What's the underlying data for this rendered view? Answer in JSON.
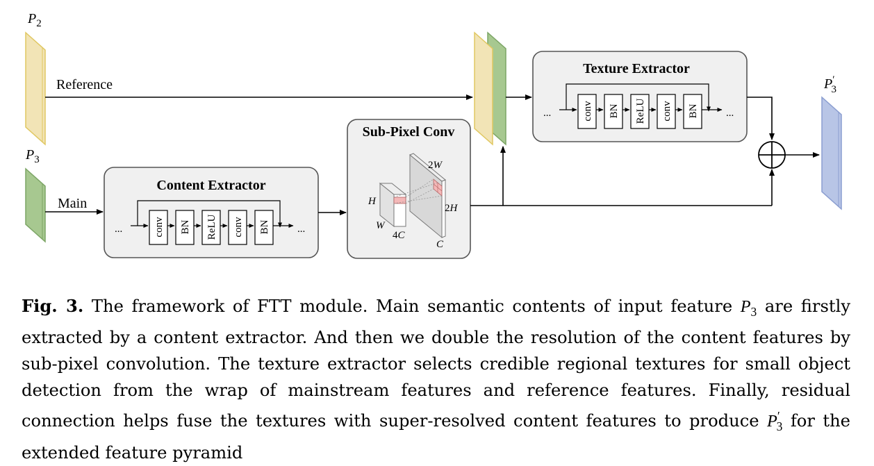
{
  "diagram": {
    "inputs": {
      "p2": {
        "base": "P",
        "sub": "2"
      },
      "p3": {
        "base": "P",
        "sub": "3"
      },
      "p3_prime": {
        "base": "P",
        "sup": "′",
        "sub": "3"
      }
    },
    "arrow_labels": {
      "reference": "Reference",
      "main": "Main"
    },
    "content_extractor": {
      "title": "Content Extractor",
      "layers": [
        "conv",
        "BN",
        "ReLU",
        "conv",
        "BN"
      ],
      "ellipsis": "..."
    },
    "subpixel_conv": {
      "title": "Sub-Pixel Conv",
      "labels": {
        "h": "H",
        "w": "W",
        "c4": "4C",
        "w2": "2W",
        "h2": "2H",
        "c": "C"
      }
    },
    "texture_extractor": {
      "title": "Texture Extractor",
      "layers": [
        "conv",
        "BN",
        "ReLU",
        "conv",
        "BN"
      ],
      "ellipsis": "..."
    },
    "colors": {
      "reference_feature": "#f2e4b6",
      "main_feature": "#a7c890",
      "output_feature": "#b8c5e6",
      "block_fill": "#f0f0f0",
      "highlight": "#f4b8b8"
    }
  },
  "caption": {
    "label": "Fig. 3.",
    "seg1": " The framework of FTT module. Main semantic contents of input feature ",
    "var1_base": "P",
    "var1_sub": "3",
    "seg2": " are firstly extracted by a content extractor. And then we double the resolution of the content features by sub-pixel convolution. The texture extractor selects credible regional textures for small object detection from the wrap of mainstream features and reference features. Finally, residual connection helps fuse the textures with super-resolved content features to produce ",
    "var2_base": "P",
    "var2_sup": "′",
    "var2_sub": "3",
    "seg3": " for the extended feature pyramid"
  }
}
